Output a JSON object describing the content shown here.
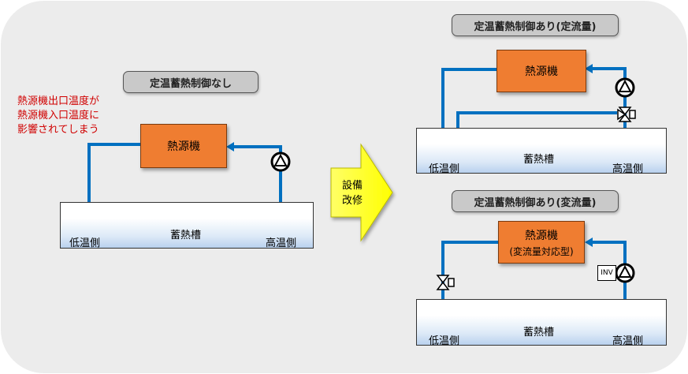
{
  "left": {
    "title": "定温蓄熱制御なし",
    "note_lines": [
      "熱源機出口温度が",
      "熱源機入口温度に",
      "影響されてしまう"
    ],
    "heat_source": "熱源機",
    "tank": "蓄熱槽",
    "low_side": "低温側",
    "high_side": "高温側"
  },
  "arrow": {
    "lines": [
      "設備",
      "改修"
    ]
  },
  "right_top": {
    "title": "定温蓄熱制御あり(定流量)",
    "heat_source": "熱源機",
    "tank": "蓄熱槽",
    "low_side": "低温側",
    "high_side": "高温側"
  },
  "right_bottom": {
    "title": "定温蓄熱制御あり(変流量)",
    "heat_source": "熱源機",
    "heat_source_sub": "(変流量対応型)",
    "inv": "INV",
    "tank": "蓄熱槽",
    "low_side": "低温側",
    "high_side": "高温側"
  },
  "colors": {
    "pipe": "#0070c0",
    "heat_source": "#ef7d31",
    "note": "#d00000",
    "arrow": "#ffff00",
    "background": "#ececec"
  },
  "icons": [
    "pump-icon",
    "three-way-valve-icon",
    "two-way-valve-icon",
    "flow-arrow-icon"
  ]
}
